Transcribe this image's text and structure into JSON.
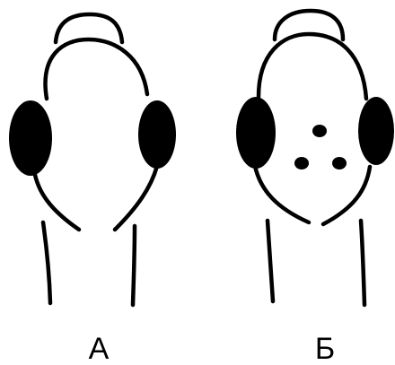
{
  "figure": {
    "panels": [
      {
        "label": "А",
        "dots": 0
      },
      {
        "label": "Б",
        "dots": 3
      }
    ],
    "colors": {
      "ink": "#000000",
      "background": "#ffffff"
    }
  }
}
